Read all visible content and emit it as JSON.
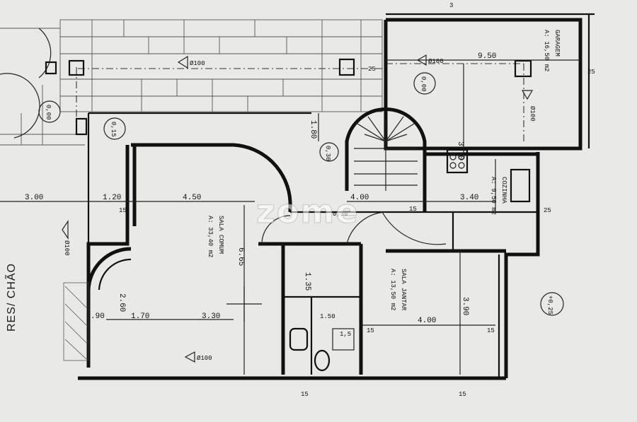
{
  "floor_label": "RES/ CHÃO",
  "watermark": "zome",
  "rooms": {
    "garage": {
      "name": "GARAGEM",
      "area": "A: 16,50 m2"
    },
    "common_room": {
      "name": "SALA COMUM",
      "area": "A: 33,40 m2"
    },
    "dining_room": {
      "name": "SALA JANTAR",
      "area": "A: 13,50 m2"
    },
    "kitchen": {
      "name": "COZINHA",
      "area": "A: 9,50 m2"
    }
  },
  "levels": {
    "garage": "0,00",
    "left_yard": "0,00",
    "entrance": "0,15",
    "stair_landing": "0,30",
    "kitchen_step": "0,30",
    "right_yard": "+0,25"
  },
  "dimensions": {
    "d_3_00": "3.00",
    "d_1_20": "1.20",
    "d_4_50": "4.50",
    "d_4_00_stair": "4.00",
    "d_3_40": "3.40",
    "d_9_50": "9.50",
    "d_1_80": "1.80",
    "d_6_65": "6.65",
    "d_3_90": "3.90",
    "d_4_00": "4.00",
    "d_3_30": "3.30",
    "d_1_35": "1.35",
    "d_1_70": "1.70",
    "d_90": ".90",
    "d_2_60": "2.60",
    "d_1_50": "1.50",
    "d_3_70": "3.70",
    "d_25a": "25",
    "d_25b": "25",
    "d_15a": "15",
    "d_15b": "15",
    "d_15c": "15",
    "d_15d": "15",
    "d_15e": "15",
    "d_15f": "15",
    "d_25c": "25",
    "d_1_5": "1,5"
  },
  "drains": {
    "drain1": "Ø100",
    "drain2": "Ø100",
    "drain3": "Ø100",
    "drain4": "Ø100",
    "drain5": "Ø100"
  },
  "section_mark": "3"
}
